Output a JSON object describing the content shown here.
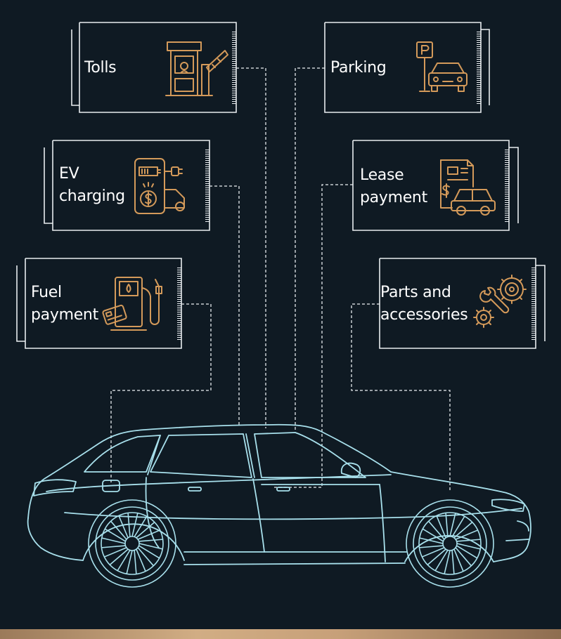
{
  "colors": {
    "background": "#0f1a23",
    "card_border": "#e8ecef",
    "icon": "#d49a5a",
    "car_outline": "#a8e0ec",
    "connector": "#c9ced2",
    "bottom_bar": "#c9a27a"
  },
  "services": {
    "tolls": {
      "line1": "Tolls",
      "icon": "toll-booth-icon"
    },
    "parking": {
      "line1": "Parking",
      "icon": "parking-icon"
    },
    "ev_charging": {
      "line1": "EV",
      "line2": "charging",
      "icon": "ev-charging-icon"
    },
    "lease_payment": {
      "line1": "Lease",
      "line2": "payment",
      "icon": "lease-document-icon"
    },
    "fuel_payment": {
      "line1": "Fuel",
      "line2": "payment",
      "icon": "fuel-pump-icon"
    },
    "parts_accessories": {
      "line1": "Parts and",
      "line2": "accessories",
      "icon": "gears-wrench-icon"
    }
  }
}
